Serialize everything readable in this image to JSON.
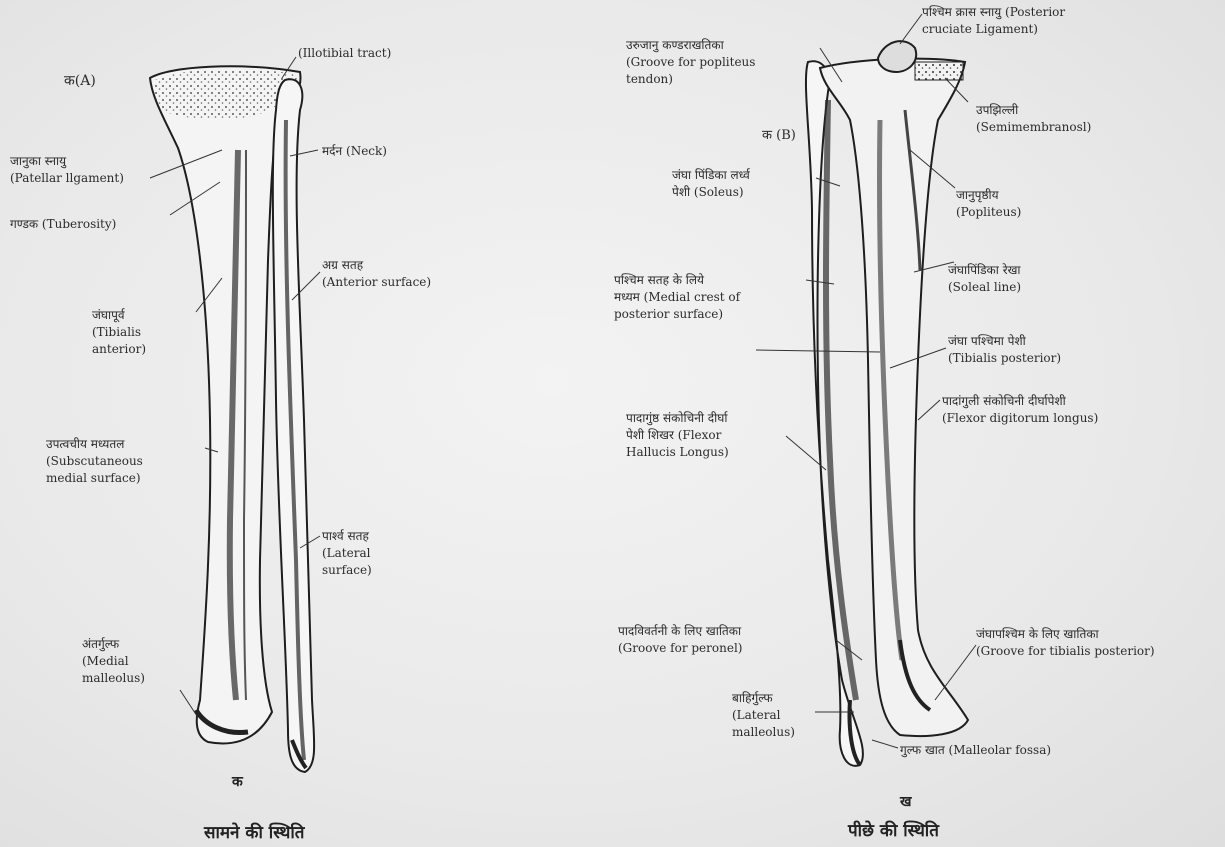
{
  "figure_a": {
    "marker": "क(A)",
    "letter": "क",
    "caption": "सामने की स्थिति",
    "labels": {
      "iliotibial": "(Illotibial tract)",
      "neck": "मर्दन (Neck)",
      "patellar_hi": "जानुका स्नायु",
      "patellar_en": "(Patellar llgament)",
      "tuberosity": "गण्डक (Tuberosity)",
      "anterior_hi": "अग्र सतह",
      "anterior_en": "(Anterior surface)",
      "tibialis_ant_hi": "जंघापूर्व",
      "tibialis_ant_en1": "(Tibialis",
      "tibialis_ant_en2": "anterior)",
      "subcut_hi": "उपत्वचीय मध्यतल",
      "subcut_en1": "(Subscutaneous",
      "subcut_en2": "medial surface)",
      "lateral_hi": "पार्श्व सतह",
      "lateral_en1": "(Lateral",
      "lateral_en2": "surface)",
      "medmal_hi": "अंतर्गुल्फ",
      "medmal_en1": "(Medial",
      "medmal_en2": "malleolus)"
    }
  },
  "figure_b": {
    "marker": "क (B)",
    "letter": "ख",
    "caption": "पीछे की स्थिति",
    "labels": {
      "pcl_hi": "पश्चिम क्रास स्नायु (Posterior",
      "pcl_en": "cruciate Ligament)",
      "groove_pop_hi": "उरुजानु कण्डराखतिका",
      "groove_pop_en1": "(Groove for popliteus",
      "groove_pop_en2": "tendon)",
      "semimem_hi": "उपझिल्ली",
      "semimem_en": "(Semimembranosl)",
      "soleus_hi1": "जंघा पिंडिका लर्ध्व",
      "soleus_hi2": "पेशी (Soleus)",
      "popliteus_hi": "जानुपृष्ठीय",
      "popliteus_en": "(Popliteus)",
      "medcrest_hi": "पश्चिम सतह के लिये",
      "medcrest_en1": "मध्यम (Medial crest of",
      "medcrest_en2": "posterior surface)",
      "soleal_hi": "जंघापिंडिका रेखा",
      "soleal_en": "(Soleal line)",
      "tibpost_hi": "जंघा पश्चिमा पेशी",
      "tibpost_en": "(Tibialis posterior)",
      "fdl_hi": "पादांगुली संकोचिनी दीर्घापेशी",
      "fdl_en": "(Flexor digitorum longus)",
      "fhl_hi1": "पादागुंष्ठ संकोचिनी दीर्घा",
      "fhl_hi2": "पेशी शिखर (Flexor",
      "fhl_en": "Hallucis Longus)",
      "peroneal_hi": "पादविवर्तनी के लिए खातिका",
      "peroneal_en": "(Groove for peronel)",
      "tibpost_groove_hi": "जंघापश्चिम के लिए खातिका",
      "tibpost_groove_en": "(Groove for tibialis posterior)",
      "latmal_hi": "बाहिर्गुल्फ",
      "latmal_en1": "(Lateral",
      "latmal_en2": "malleolus)",
      "malfossa": "गुल्फ खात (Malleolar fossa)"
    }
  },
  "colors": {
    "ink": "#2b2b2b",
    "paper": "#ededed",
    "shade": "#555555"
  }
}
